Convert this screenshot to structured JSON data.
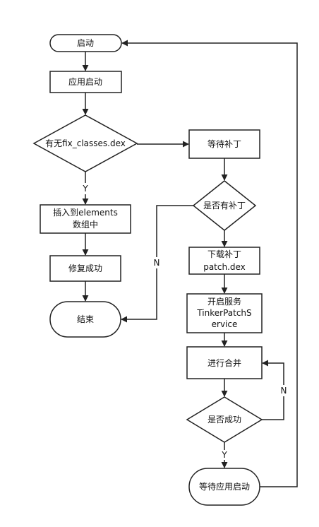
{
  "nodes": {
    "start": "启动",
    "app_start": "应用启动",
    "has_fix": "有无fix_classes.dex",
    "insert": [
      "插入到elements",
      "数组中"
    ],
    "fix_success": "修复成功",
    "end": "结束",
    "wait_patch": "等待补丁",
    "has_patch": "是否有补丁",
    "download": [
      "下载补丁",
      "patch.dex"
    ],
    "start_service": [
      "开启服务",
      "TinkerPatchS",
      "ervice"
    ],
    "merge": "进行合并",
    "success": "是否成功",
    "wait_restart": "等待应用启动"
  },
  "edge_labels": {
    "yes_1": "Y",
    "no_1": "N",
    "no_2": "N",
    "yes_2": "Y"
  },
  "colors": {
    "stroke": "#222222",
    "fill": "#ffffff",
    "text": "#111111"
  }
}
